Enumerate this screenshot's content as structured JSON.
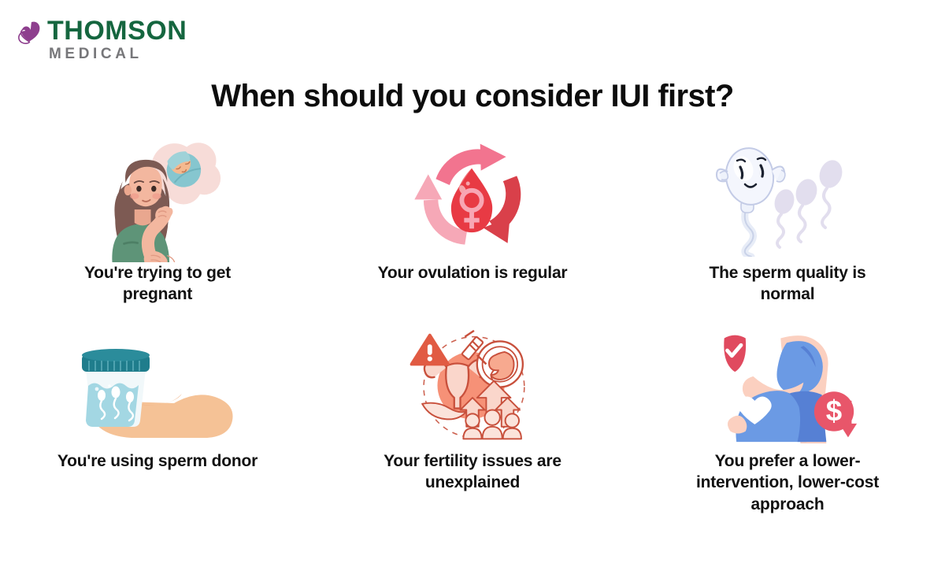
{
  "brand": {
    "logo_icon": "butterfly-heart-icon",
    "name_primary": "THOMSON",
    "name_secondary": "MEDICAL",
    "color_primary": "#15663f",
    "color_secondary": "#77777a",
    "color_mark": "#8e3f8e"
  },
  "header": {
    "title": "When should you consider IUI first?",
    "title_color": "#0d0d0d"
  },
  "items": [
    {
      "id": "trying-to-get-pregnant",
      "caption": "You're trying to get pregnant",
      "illustration": "thinking-woman-baby-thought-bubble-illustration",
      "colors": {
        "hair": "#7d5a53",
        "shirt": "#5e9478",
        "skin": "#f3b79f",
        "bubble": "#f7dcd8",
        "swaddle": "#86c6cf"
      }
    },
    {
      "id": "ovulation-regular",
      "caption": "Your ovulation is regular",
      "illustration": "ovulation-cycle-blood-drop-female-symbol-illustration",
      "colors": {
        "arrow_light": "#f79cb0",
        "arrow_mid": "#f2748f",
        "arrow_dark": "#d9404a",
        "drop": "#e83a44",
        "venus": "#f8a6b4"
      }
    },
    {
      "id": "sperm-quality-normal",
      "caption": "The sperm quality is normal",
      "illustration": "strong-sperm-character-illustration",
      "colors": {
        "body": "#f4f6fd",
        "outline": "#c3cbe6",
        "ghost": "#ddd9ec"
      }
    },
    {
      "id": "using-sperm-donor",
      "caption": "You're using sperm donor",
      "illustration": "hand-holding-sperm-sample-cup-illustration",
      "colors": {
        "lid": "#1f7d8c",
        "liquid": "#a3d7e3",
        "cup": "#eef7f9",
        "hand": "#f5c296"
      }
    },
    {
      "id": "fertility-issues-unexplained",
      "caption": "Your fertility issues are unexplained",
      "illustration": "unexplained-infertility-uterus-embryo-warning-illustration",
      "colors": {
        "line": "#c8503c",
        "fill_light": "#fad6cb",
        "fill_mid": "#f69177",
        "warning": "#e15b43"
      }
    },
    {
      "id": "lower-intervention-lower-cost",
      "caption": "You prefer a lower-intervention, lower-cost approach",
      "illustration": "pregnant-woman-shield-cost-down-illustration",
      "colors": {
        "dress": "#6b9ae4",
        "dress_dark": "#5680d4",
        "skin": "#fbd0c0",
        "shield": "#e04a5f",
        "money": "#e8566a"
      }
    }
  ]
}
